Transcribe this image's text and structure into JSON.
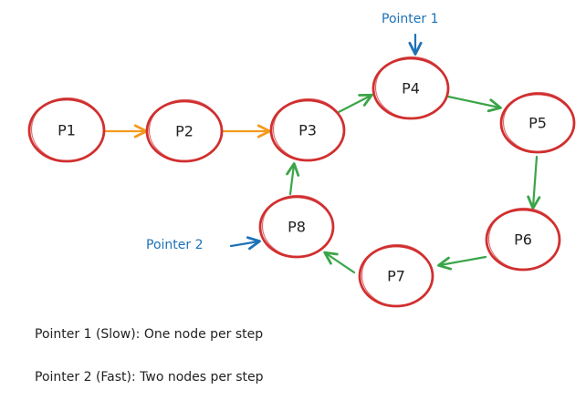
{
  "colors": {
    "node_stroke": "#d12f2f",
    "text": "#222222",
    "pointer": "#1d72b8",
    "edge_chain": "#f39a1d",
    "edge_cycle": "#3aa548"
  },
  "nodes": [
    {
      "id": "P1",
      "label": "P1"
    },
    {
      "id": "P2",
      "label": "P2"
    },
    {
      "id": "P3",
      "label": "P3"
    },
    {
      "id": "P4",
      "label": "P4"
    },
    {
      "id": "P5",
      "label": "P5"
    },
    {
      "id": "P6",
      "label": "P6"
    },
    {
      "id": "P7",
      "label": "P7"
    },
    {
      "id": "P8",
      "label": "P8"
    }
  ],
  "edges": [
    {
      "from": "P1",
      "to": "P2",
      "color": "#f39a1d"
    },
    {
      "from": "P2",
      "to": "P3",
      "color": "#f39a1d"
    },
    {
      "from": "P3",
      "to": "P4",
      "color": "#3aa548"
    },
    {
      "from": "P4",
      "to": "P5",
      "color": "#3aa548"
    },
    {
      "from": "P5",
      "to": "P6",
      "color": "#3aa548"
    },
    {
      "from": "P6",
      "to": "P7",
      "color": "#3aa548"
    },
    {
      "from": "P7",
      "to": "P8",
      "color": "#3aa548"
    },
    {
      "from": "P8",
      "to": "P3",
      "color": "#3aa548"
    }
  ],
  "pointers": [
    {
      "label": "Pointer 1",
      "target": "P4"
    },
    {
      "label": "Pointer 2",
      "target": "P8"
    }
  ],
  "legend": [
    "Pointer 1 (Slow): One node per step",
    "Pointer 2 (Fast): Two nodes per step"
  ]
}
